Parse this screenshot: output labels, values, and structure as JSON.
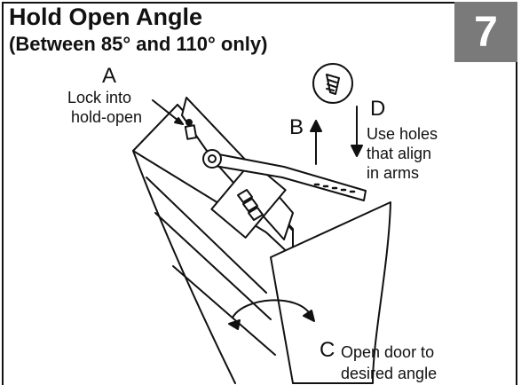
{
  "header": {
    "title": "Hold Open Angle",
    "subtitle": "(Between 85° and 110° only)",
    "step_number": "7"
  },
  "callouts": {
    "a": {
      "letter": "A",
      "line1": "Lock into",
      "line2": "hold-open"
    },
    "b": {
      "letter": "B"
    },
    "c": {
      "letter": "C",
      "line1": "Open door to",
      "line2": "desired angle"
    },
    "d": {
      "letter": "D",
      "line1": "Use holes",
      "line2": "that align",
      "line3": "in arms"
    }
  },
  "colors": {
    "badge": "#7a7a7a",
    "line": "#111111"
  }
}
